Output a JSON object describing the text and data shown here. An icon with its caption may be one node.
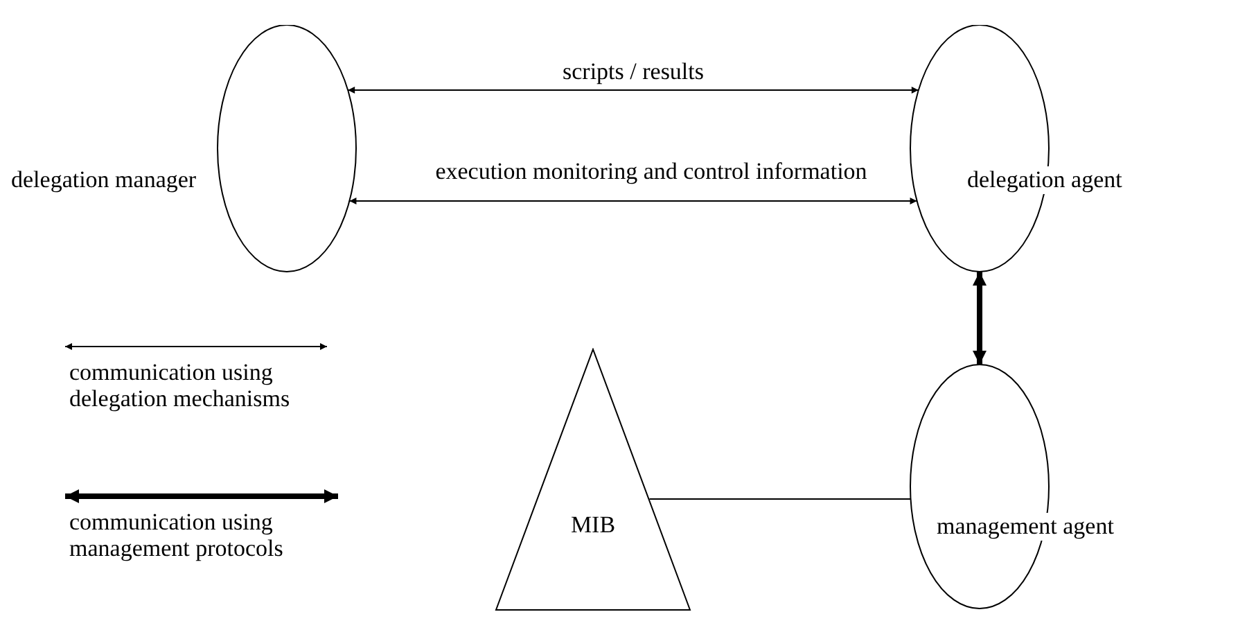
{
  "diagram": {
    "nodes": [
      {
        "text": [
          "delegation manager"
        ]
      },
      {
        "text": [
          "delegation agent"
        ]
      },
      {
        "text": [
          "management agent"
        ]
      },
      {
        "text": [
          "MIB"
        ]
      }
    ],
    "edges": [
      {
        "from": 0,
        "to": 1,
        "arrow": "both",
        "label": "scripts / results"
      },
      {
        "from": 0,
        "to": 1,
        "arrow": "both",
        "label": "execution monitoring and control information"
      },
      {
        "from": 1,
        "to": 2,
        "arrow": "both",
        "style": "thick"
      },
      {
        "from": 3,
        "to": 2,
        "arrow": "none"
      }
    ],
    "legend": [
      {
        "text": "communication using delegation mechanisms"
      },
      {
        "text": "communication using management protocols"
      }
    ]
  }
}
